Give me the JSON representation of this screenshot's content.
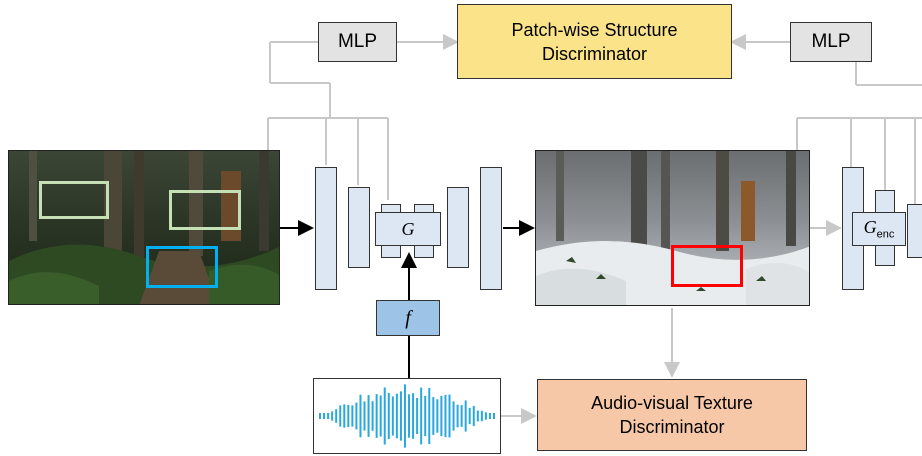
{
  "mlp_left": "MLP",
  "mlp_right": "MLP",
  "structure_discriminator": [
    "Patch-wise Structure",
    "Discriminator"
  ],
  "texture_discriminator": [
    "Audio-visual Texture",
    "Discriminator"
  ],
  "generator": "G",
  "generator_encoder": {
    "base": "G",
    "sub": "enc"
  },
  "audio_feature": "f",
  "colors": {
    "structure_disc_fill": "#fbe38a",
    "texture_disc_fill": "#f7c8a8",
    "mlp_fill": "#e3e3e3",
    "block_fill": "#dde7f3",
    "feature_fill": "#9dc3e6",
    "patch_green": "#c5e0b4",
    "patch_blue": "#00b0f0",
    "patch_red": "#ff0000",
    "waveform": "#29a8e0"
  }
}
